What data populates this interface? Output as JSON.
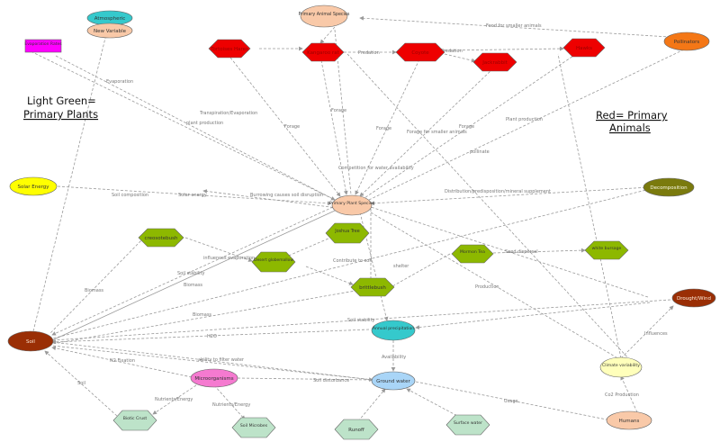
{
  "headings": {
    "green_line1": "Light Green=",
    "green_line2": "Primary Plants",
    "red_line1": "Red= Primary",
    "red_line2": "Animals"
  },
  "colors": {
    "red": "#ee0000",
    "light_green": "#8db800",
    "peach": "#f9c9a8",
    "cyan": "#35c9cc",
    "light_blue": "#a9d5f7",
    "brown": "#9a2e05",
    "orange": "#f47716",
    "olive": "#7a7a0d",
    "yellow": "#ffff00",
    "magenta": "#ff00ff",
    "pink": "#f57ad0",
    "mint": "#bde3c9",
    "pale_yellow": "#ffffbb"
  },
  "nodes": {
    "atmospheric": "Atmospheric",
    "new_variable": "New Variable",
    "evaporation_rates": "Evaporation Rates",
    "primary_animal_species": "Primary Animal Species",
    "pollinators": "Pollinators",
    "red_1": "Tortoises Hares",
    "red_2": "Kangaroo rat",
    "red_3": "Coyote",
    "red_4": "Jackrabbit",
    "red_5": "Hawks",
    "solar_energy": "Solar Energy",
    "decomposition": "Decomposition",
    "primary_plant_species": "Primary Plant Species",
    "creosotebush": "creosotebush",
    "joshua_tree": "Joshua Tree",
    "desert_globemallow": "Desert globemallow",
    "mormon_tea": "Mormon Tea",
    "white_bursage": "white bursage",
    "brittlebush": "brittlebush",
    "drought_wind": "Drought/Wind",
    "annual_precipitation": "Annual precipitation",
    "soil": "Soil",
    "microorganisms": "Microorganisms",
    "ground_water": "Ground water",
    "climate_variability": "Climate variability",
    "biotic_crust": "Biotic Crust",
    "soil_microbes": "Soil Microbes",
    "runoff": "Runoff",
    "surface_water": "Surface water",
    "humans": "Humans"
  },
  "edge_labels": {
    "evaporation": "Evaporation",
    "transpiration": "Transpiration/Evaporation",
    "plant_production_left": "plant production",
    "forage_1": "Forage",
    "forage_2": "Forage",
    "forage_3": "Forage",
    "forage_4": "Forage",
    "forage_small": "Forage for smaller animals",
    "predation_1": "Predation",
    "predation_2": "Predation",
    "food_smaller": "Food for smaller animals",
    "plant_production_right": "Plant production",
    "pollinate": "pollinate",
    "competition": "Competition for water availability",
    "soil_composition": "Soil composition",
    "solar_energy_edge": "Solar energy",
    "burrowing": "Burrowing causes soil disruption",
    "distribution": "Distribution/predisposition/mineral supplement",
    "influences_evaporation": "influences evaporation",
    "soil_stability_1": "Soil stability",
    "biomass_1": "Biomass",
    "biomass_2": "Biomass",
    "biomass_3": "Biomass",
    "contribute_soil": "Contribute to soil",
    "shelter": "shelter",
    "seed_dispersal": "Seed dispersal",
    "production": "Production",
    "soil_stability_2": "Soil stability",
    "h2o": "H2O",
    "influences": "Influences",
    "nd_fixation": "N2 Fixation",
    "ability_water": "ability to filter water",
    "availability": "Availability",
    "soil_edge": "Soil",
    "nutrients_energy_1": "Nutrients/Energy",
    "nutrients_energy_2": "Nutrients/Energy",
    "soil_disturbance": "Soil disturbance",
    "usage": "Usage",
    "co2_production": "Co2 Production"
  }
}
